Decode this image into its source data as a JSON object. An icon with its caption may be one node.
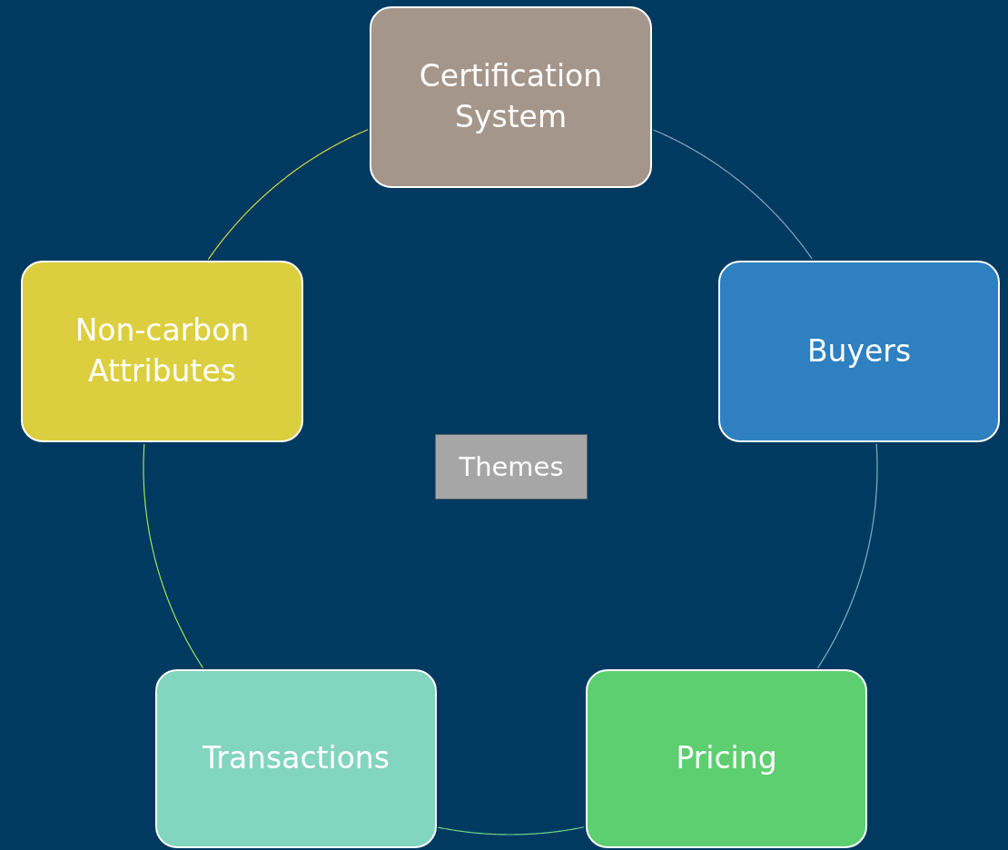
{
  "diagram": {
    "nodes": [
      {
        "text": [
          "Certification System"
        ]
      },
      {
        "text": [
          "Buyers"
        ]
      },
      {
        "text": [
          "Pricing"
        ]
      },
      {
        "text": [
          "Transactions"
        ]
      },
      {
        "text": [
          "Non-carbon Attributes"
        ]
      },
      {
        "text": [
          "Themes"
        ]
      }
    ],
    "edges": [
      {
        "from": 0,
        "to": 1,
        "arrow": "none",
        "color": "#8ea3bb"
      },
      {
        "from": 1,
        "to": 2,
        "arrow": "none",
        "color": "#7ab3c4"
      },
      {
        "from": 2,
        "to": 3,
        "arrow": "none",
        "color": "#6fd485"
      },
      {
        "from": 3,
        "to": 4,
        "arrow": "none",
        "color": "#a8e05a"
      },
      {
        "from": 4,
        "to": 0,
        "arrow": "none",
        "color": "#d8d640"
      }
    ]
  }
}
